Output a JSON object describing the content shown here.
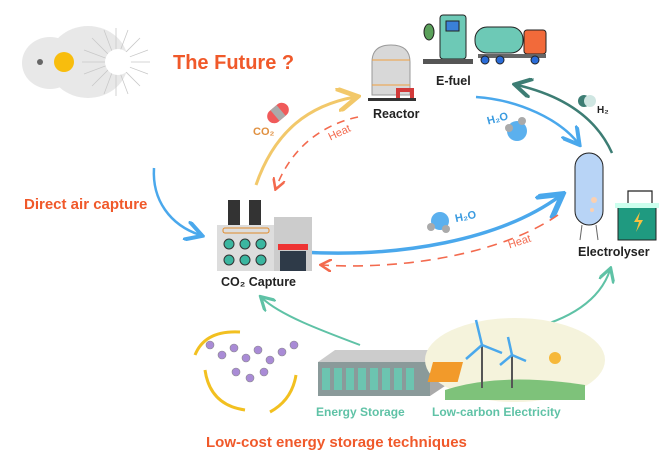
{
  "title": "The Future ?",
  "labels": {
    "direct_air_capture": "Direct air capture",
    "co2": "CO₂",
    "heat_top": "Heat",
    "heat_bottom": "Heat",
    "reactor": "Reactor",
    "efuel": "E-fuel",
    "h2o_top": "H₂O",
    "h2o_bottom": "H₂O",
    "h2": "H₂",
    "electrolyser": "Electrolyser",
    "co2_capture": "CO₂ Capture",
    "energy_storage": "Energy Storage",
    "low_carbon_electricity": "Low-carbon Electricity",
    "low_cost_storage": "Low-cost energy storage techniques"
  },
  "colors": {
    "orange": "#f0592a",
    "blue": "#4aa8ec",
    "teal": "#5fc2a6",
    "dark_teal": "#3d7d74",
    "yellow": "#f2c86a"
  }
}
